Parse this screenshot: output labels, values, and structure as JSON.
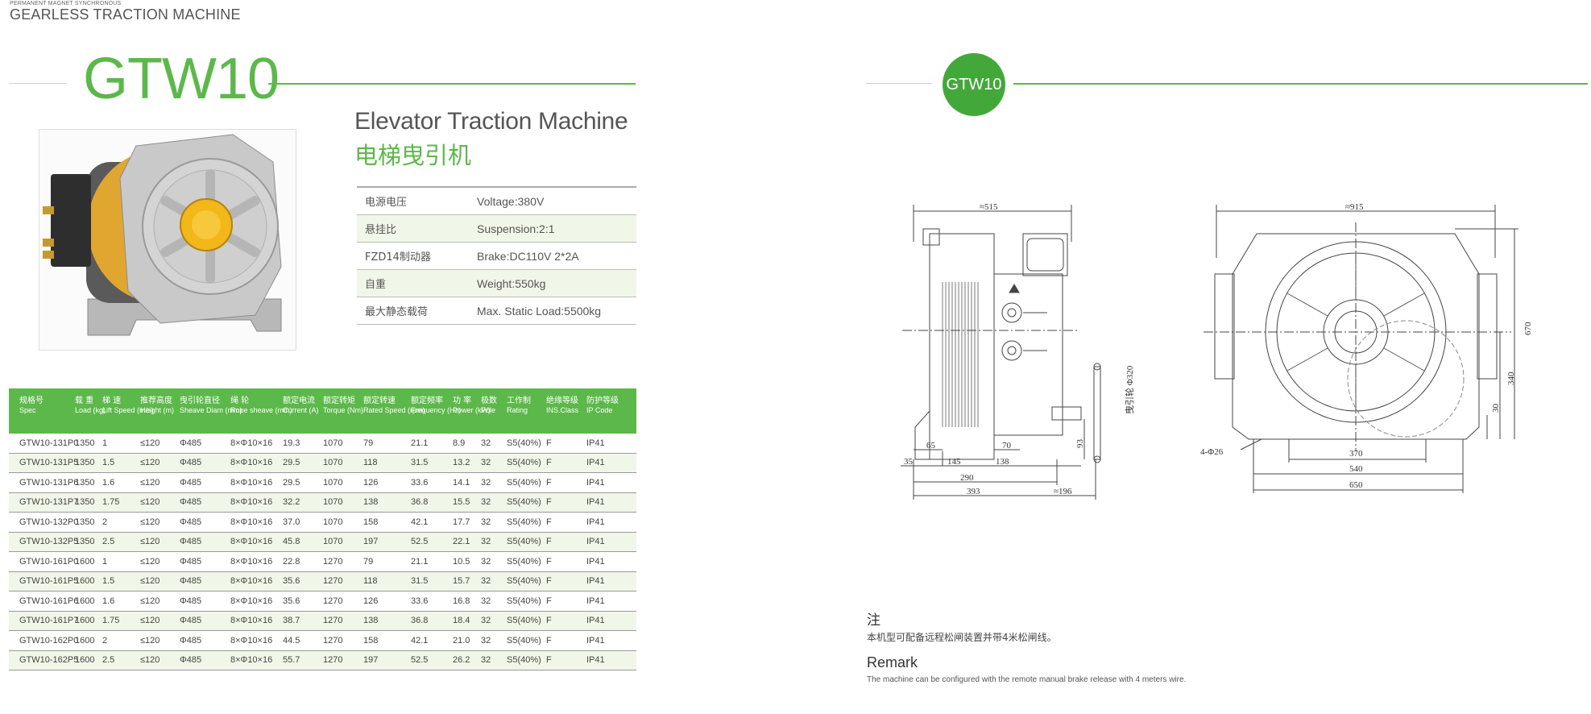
{
  "header": {
    "subtitle": "PERMANENT MAGNET SYNCHRONOUS",
    "title": "GEARLESS TRACTION MACHINE"
  },
  "model": "GTW10",
  "badge": "GTW10",
  "product": {
    "title_en": "Elevator Traction Machine",
    "title_cn": "电梯曳引机"
  },
  "specs": [
    {
      "k": "电源电压",
      "v": "Voltage:380V"
    },
    {
      "k": "悬挂比",
      "v": "Suspension:2:1"
    },
    {
      "k": "FZD14制动器",
      "v": "Brake:DC110V 2*2A"
    },
    {
      "k": "自重",
      "v": "Weight:550kg"
    },
    {
      "k": "最大静态载荷",
      "v": "Max. Static Load:5500kg"
    }
  ],
  "table": {
    "headers": [
      {
        "cn": "规格号",
        "en": "Spec"
      },
      {
        "cn": "载 重",
        "en": "Load (kg)"
      },
      {
        "cn": "梯 速",
        "en": "Lift Speed (m/s)"
      },
      {
        "cn": "推荐高度",
        "en": "Height (m)"
      },
      {
        "cn": "曳引轮直径",
        "en": "Sheave Diam (mm)"
      },
      {
        "cn": "绳 轮",
        "en": "Rope sheave (mm)"
      },
      {
        "cn": "额定电流",
        "en": "Current (A)"
      },
      {
        "cn": "额定转矩",
        "en": "Torque (Nm)"
      },
      {
        "cn": "额定转速",
        "en": "Rated Speed (rpm)"
      },
      {
        "cn": "额定频率",
        "en": "Frequency (Hz)"
      },
      {
        "cn": "功 率",
        "en": "Power (kW)"
      },
      {
        "cn": "极数",
        "en": "Pole"
      },
      {
        "cn": "工作制",
        "en": "Rating"
      },
      {
        "cn": "绝缘等级",
        "en": "INS.Class"
      },
      {
        "cn": "防护等级",
        "en": "IP Code"
      }
    ],
    "rows": [
      [
        "GTW10-131P0",
        "1350",
        "1",
        "≤120",
        "Φ485",
        "8×Φ10×16",
        "19.3",
        "1070",
        "79",
        "21.1",
        "8.9",
        "32",
        "S5(40%)",
        "F",
        "IP41"
      ],
      [
        "GTW10-131P5",
        "1350",
        "1.5",
        "≤120",
        "Φ485",
        "8×Φ10×16",
        "29.5",
        "1070",
        "118",
        "31.5",
        "13.2",
        "32",
        "S5(40%)",
        "F",
        "IP41"
      ],
      [
        "GTW10-131P6",
        "1350",
        "1.6",
        "≤120",
        "Φ485",
        "8×Φ10×16",
        "29.5",
        "1070",
        "126",
        "33.6",
        "14.1",
        "32",
        "S5(40%)",
        "F",
        "IP41"
      ],
      [
        "GTW10-131P7",
        "1350",
        "1.75",
        "≤120",
        "Φ485",
        "8×Φ10×16",
        "32.2",
        "1070",
        "138",
        "36.8",
        "15.5",
        "32",
        "S5(40%)",
        "F",
        "IP41"
      ],
      [
        "GTW10-132P0",
        "1350",
        "2",
        "≤120",
        "Φ485",
        "8×Φ10×16",
        "37.0",
        "1070",
        "158",
        "42.1",
        "17.7",
        "32",
        "S5(40%)",
        "F",
        "IP41"
      ],
      [
        "GTW10-132P5",
        "1350",
        "2.5",
        "≤120",
        "Φ485",
        "8×Φ10×16",
        "45.8",
        "1070",
        "197",
        "52.5",
        "22.1",
        "32",
        "S5(40%)",
        "F",
        "IP41"
      ],
      [
        "GTW10-161P0",
        "1600",
        "1",
        "≤120",
        "Φ485",
        "8×Φ10×16",
        "22.8",
        "1270",
        "79",
        "21.1",
        "10.5",
        "32",
        "S5(40%)",
        "F",
        "IP41"
      ],
      [
        "GTW10-161P5",
        "1600",
        "1.5",
        "≤120",
        "Φ485",
        "8×Φ10×16",
        "35.6",
        "1270",
        "118",
        "31.5",
        "15.7",
        "32",
        "S5(40%)",
        "F",
        "IP41"
      ],
      [
        "GTW10-161P6",
        "1600",
        "1.6",
        "≤120",
        "Φ485",
        "8×Φ10×16",
        "35.6",
        "1270",
        "126",
        "33.6",
        "16.8",
        "32",
        "S5(40%)",
        "F",
        "IP41"
      ],
      [
        "GTW10-161P7",
        "1600",
        "1.75",
        "≤120",
        "Φ485",
        "8×Φ10×16",
        "38.7",
        "1270",
        "138",
        "36.8",
        "18.4",
        "32",
        "S5(40%)",
        "F",
        "IP41"
      ],
      [
        "GTW10-162P0",
        "1600",
        "2",
        "≤120",
        "Φ485",
        "8×Φ10×16",
        "44.5",
        "1270",
        "158",
        "42.1",
        "21.0",
        "32",
        "S5(40%)",
        "F",
        "IP41"
      ],
      [
        "GTW10-162P5",
        "1600",
        "2.5",
        "≤120",
        "Φ485",
        "8×Φ10×16",
        "55.7",
        "1270",
        "197",
        "52.5",
        "26.2",
        "32",
        "S5(40%)",
        "F",
        "IP41"
      ]
    ]
  },
  "drawing": {
    "side": {
      "width": "≈515",
      "d65": "65",
      "d35": "35",
      "d145": "145",
      "d70": "70",
      "d138": "138",
      "d290": "290",
      "d393": "393",
      "d196": "≈196",
      "d93": "93",
      "sheave": "曳引轮 Φ320"
    },
    "front": {
      "width": "≈915",
      "h670": "670",
      "h340": "340",
      "h30": "30",
      "holes": "4-Φ26",
      "d370": "370",
      "d540": "540",
      "d650": "650"
    }
  },
  "note": {
    "cn_title": "注",
    "cn_text": "本机型可配备远程松闸装置并带4米松闸线。",
    "en_title": "Remark",
    "en_text": "The machine can be configured with the remote manual brake release with 4 meters wire."
  },
  "colors": {
    "accent": "#5cb84a",
    "badge": "#42a83a",
    "alt_row": "#f1f7e8"
  }
}
